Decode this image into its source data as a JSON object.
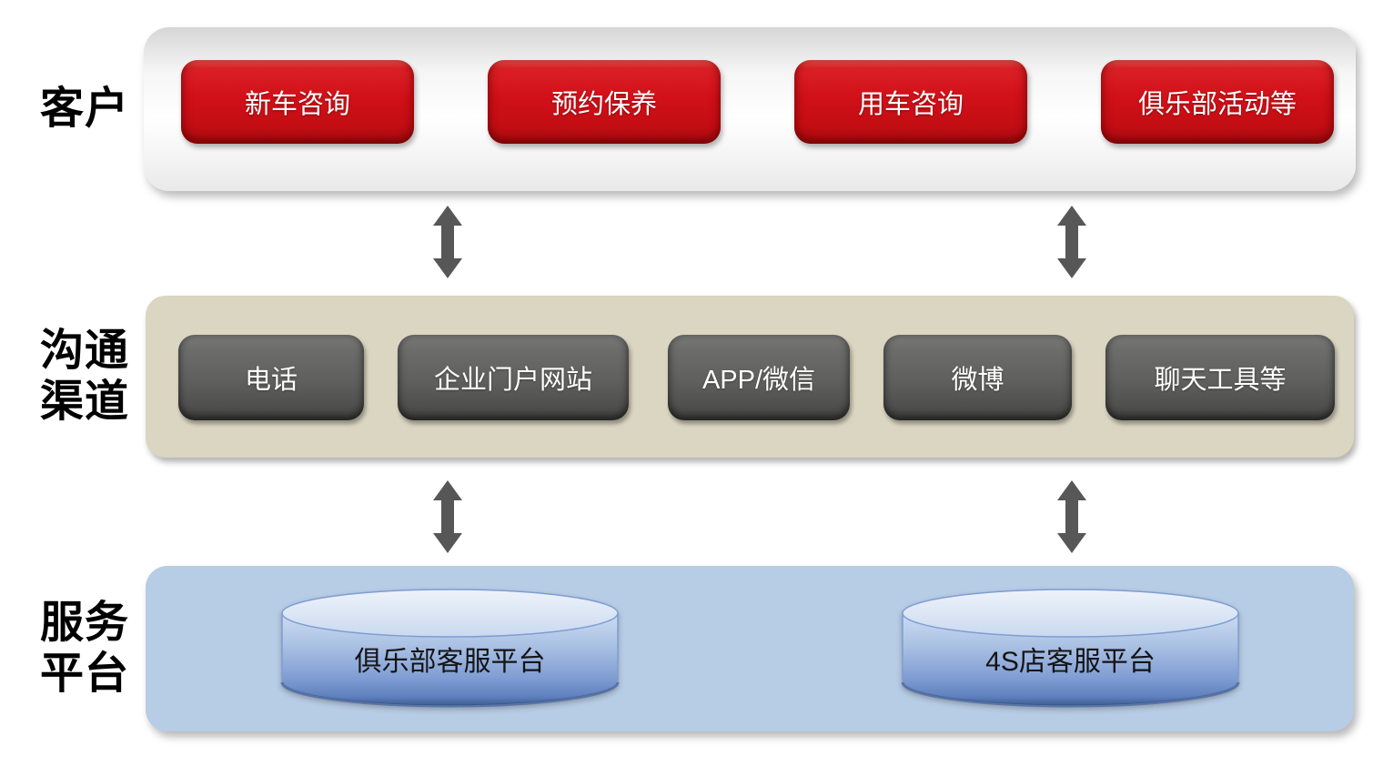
{
  "rows": {
    "customers": {
      "label": "客户",
      "items": [
        "新车咨询",
        "预约保养",
        "用车咨询",
        "俱乐部活动等"
      ]
    },
    "channels": {
      "label": "沟通\n渠道",
      "items": [
        "电话",
        "企业门户网站",
        "APP/微信",
        "微博",
        "聊天工具等"
      ]
    },
    "platforms": {
      "label": "服务\n平台",
      "items": [
        "俱乐部客服平台",
        "4S店客服平台"
      ]
    }
  },
  "colors": {
    "customer_node": "#d11018",
    "customer_panel": "#f2f2f2",
    "channel_node": "#5f5f5d",
    "channel_panel": "#dbd6c2",
    "platform_panel": "#b7cce5",
    "cylinder_top": "#dce7f5",
    "cylinder_bottom": "#5e80bd",
    "arrow": "#575757",
    "node_text": "#ffffff",
    "label_text": "#000000"
  }
}
